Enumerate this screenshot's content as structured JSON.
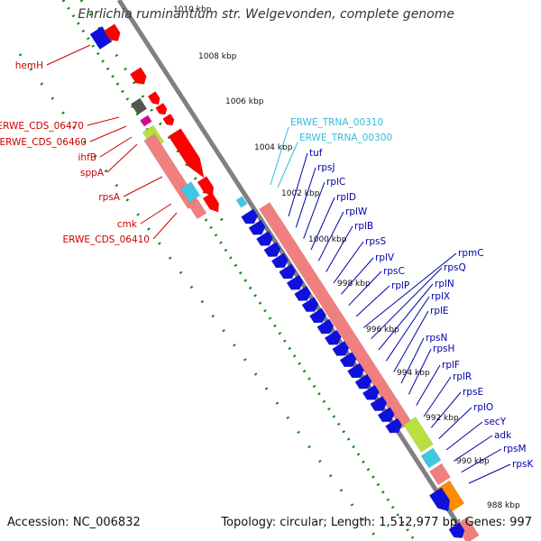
{
  "title": "Ehrlichia ruminantium str. Welgevonden, complete genome",
  "footer": {
    "accession": "Accession: NC_006832",
    "summary": "Topology: circular; Length: 1,512,977 bp; Genes: 997"
  },
  "scale_ticks": [
    "1010 kbp",
    "1008 kbp",
    "1006 kbp",
    "1004 kbp",
    "1002 kbp",
    "1000 kbp",
    "998 kbp",
    "996 kbp",
    "994 kbp",
    "992 kbp",
    "990 kbp",
    "988 kbp"
  ],
  "labels_left": [
    "hemH",
    "ERWE_CDS_06470",
    "ERWE_CDS_06460",
    "ihfB",
    "sppA",
    "rpsA",
    "cmk",
    "ERWE_CDS_06410"
  ],
  "labels_trna": [
    "ERWE_TRNA_00310",
    "ERWE_TRNA_00300"
  ],
  "labels_right": [
    "tuf",
    "rpsJ",
    "rplC",
    "rplD",
    "rplW",
    "rplB",
    "rpsS",
    "rplV",
    "rpsC",
    "rplP",
    "rpmC",
    "rpsQ",
    "rplN",
    "rplX",
    "rplE",
    "rpsN",
    "rpsH",
    "rplF",
    "rplR",
    "rpsE",
    "rplO",
    "secY",
    "adk",
    "rpsM",
    "rpsK"
  ],
  "colors": {
    "forward_cds": "#ff0000",
    "reverse_cds": "#1010dd",
    "gene_bar": "#f08080",
    "trna": "#40c8e0",
    "backbone": "#808080",
    "tick": "#0a8a0a",
    "label_left": "#cc0000",
    "label_right": "#0000aa",
    "label_trna": "#33bbdd"
  }
}
